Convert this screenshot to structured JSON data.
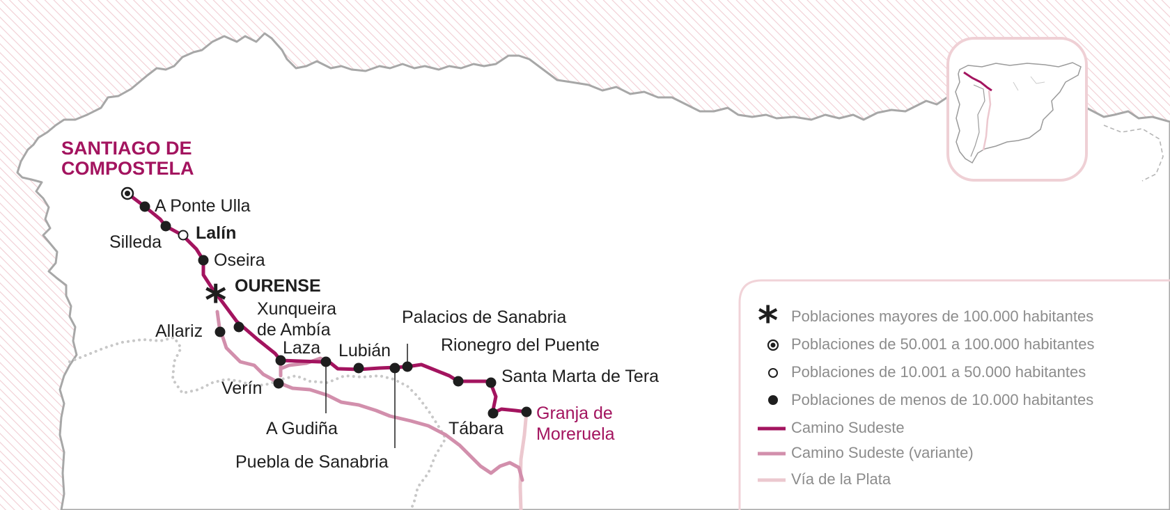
{
  "colors": {
    "main_route": "#a3145f",
    "variant_route": "#d28fac",
    "via_plata": "#ecc8cf",
    "coast": "#a7a7a7",
    "border_dotted": "#c8c8c8",
    "sea_hatch": "#f1cdd3",
    "city": "#1e1e1e"
  },
  "cities": {
    "santiago": "SANTIAGO DE\nCOMPOSTELA",
    "ponte_ulla": "A Ponte Ulla",
    "silleda": "Silleda",
    "lalin": "Lalín",
    "oseira": "Oseira",
    "ourense": "OURENSE",
    "xunqueira": "Xunqueira\nde Ambía",
    "allariz": "Allariz",
    "laza": "Laza",
    "lubian": "Lubián",
    "palacios": "Palacios de Sanabria",
    "rionegro": "Rionegro del Puente",
    "santa_marta": "Santa Marta de Tera",
    "verin": "Verín",
    "gudina": "A Gudiña",
    "tabara": "Tábara",
    "granja": "Granja de\nMoreruela",
    "puebla": "Puebla de Sanabria"
  },
  "legend": {
    "items": [
      {
        "symbol": "asterisk",
        "label": "Poblaciones mayores de 100.000 habitantes"
      },
      {
        "symbol": "target-dot",
        "label": "Poblaciones de 50.001 a 100.000 habitantes"
      },
      {
        "symbol": "hollow-dot",
        "label": "Poblaciones de 10.001 a 50.000 habitantes"
      },
      {
        "symbol": "filled-dot",
        "label": "Poblaciones de menos de 10.000 habitantes"
      },
      {
        "symbol": "line-main",
        "label": "Camino Sudeste"
      },
      {
        "symbol": "line-variant",
        "label": "Camino Sudeste (variante)"
      },
      {
        "symbol": "line-plata",
        "label": "Vía de la Plata"
      }
    ]
  }
}
